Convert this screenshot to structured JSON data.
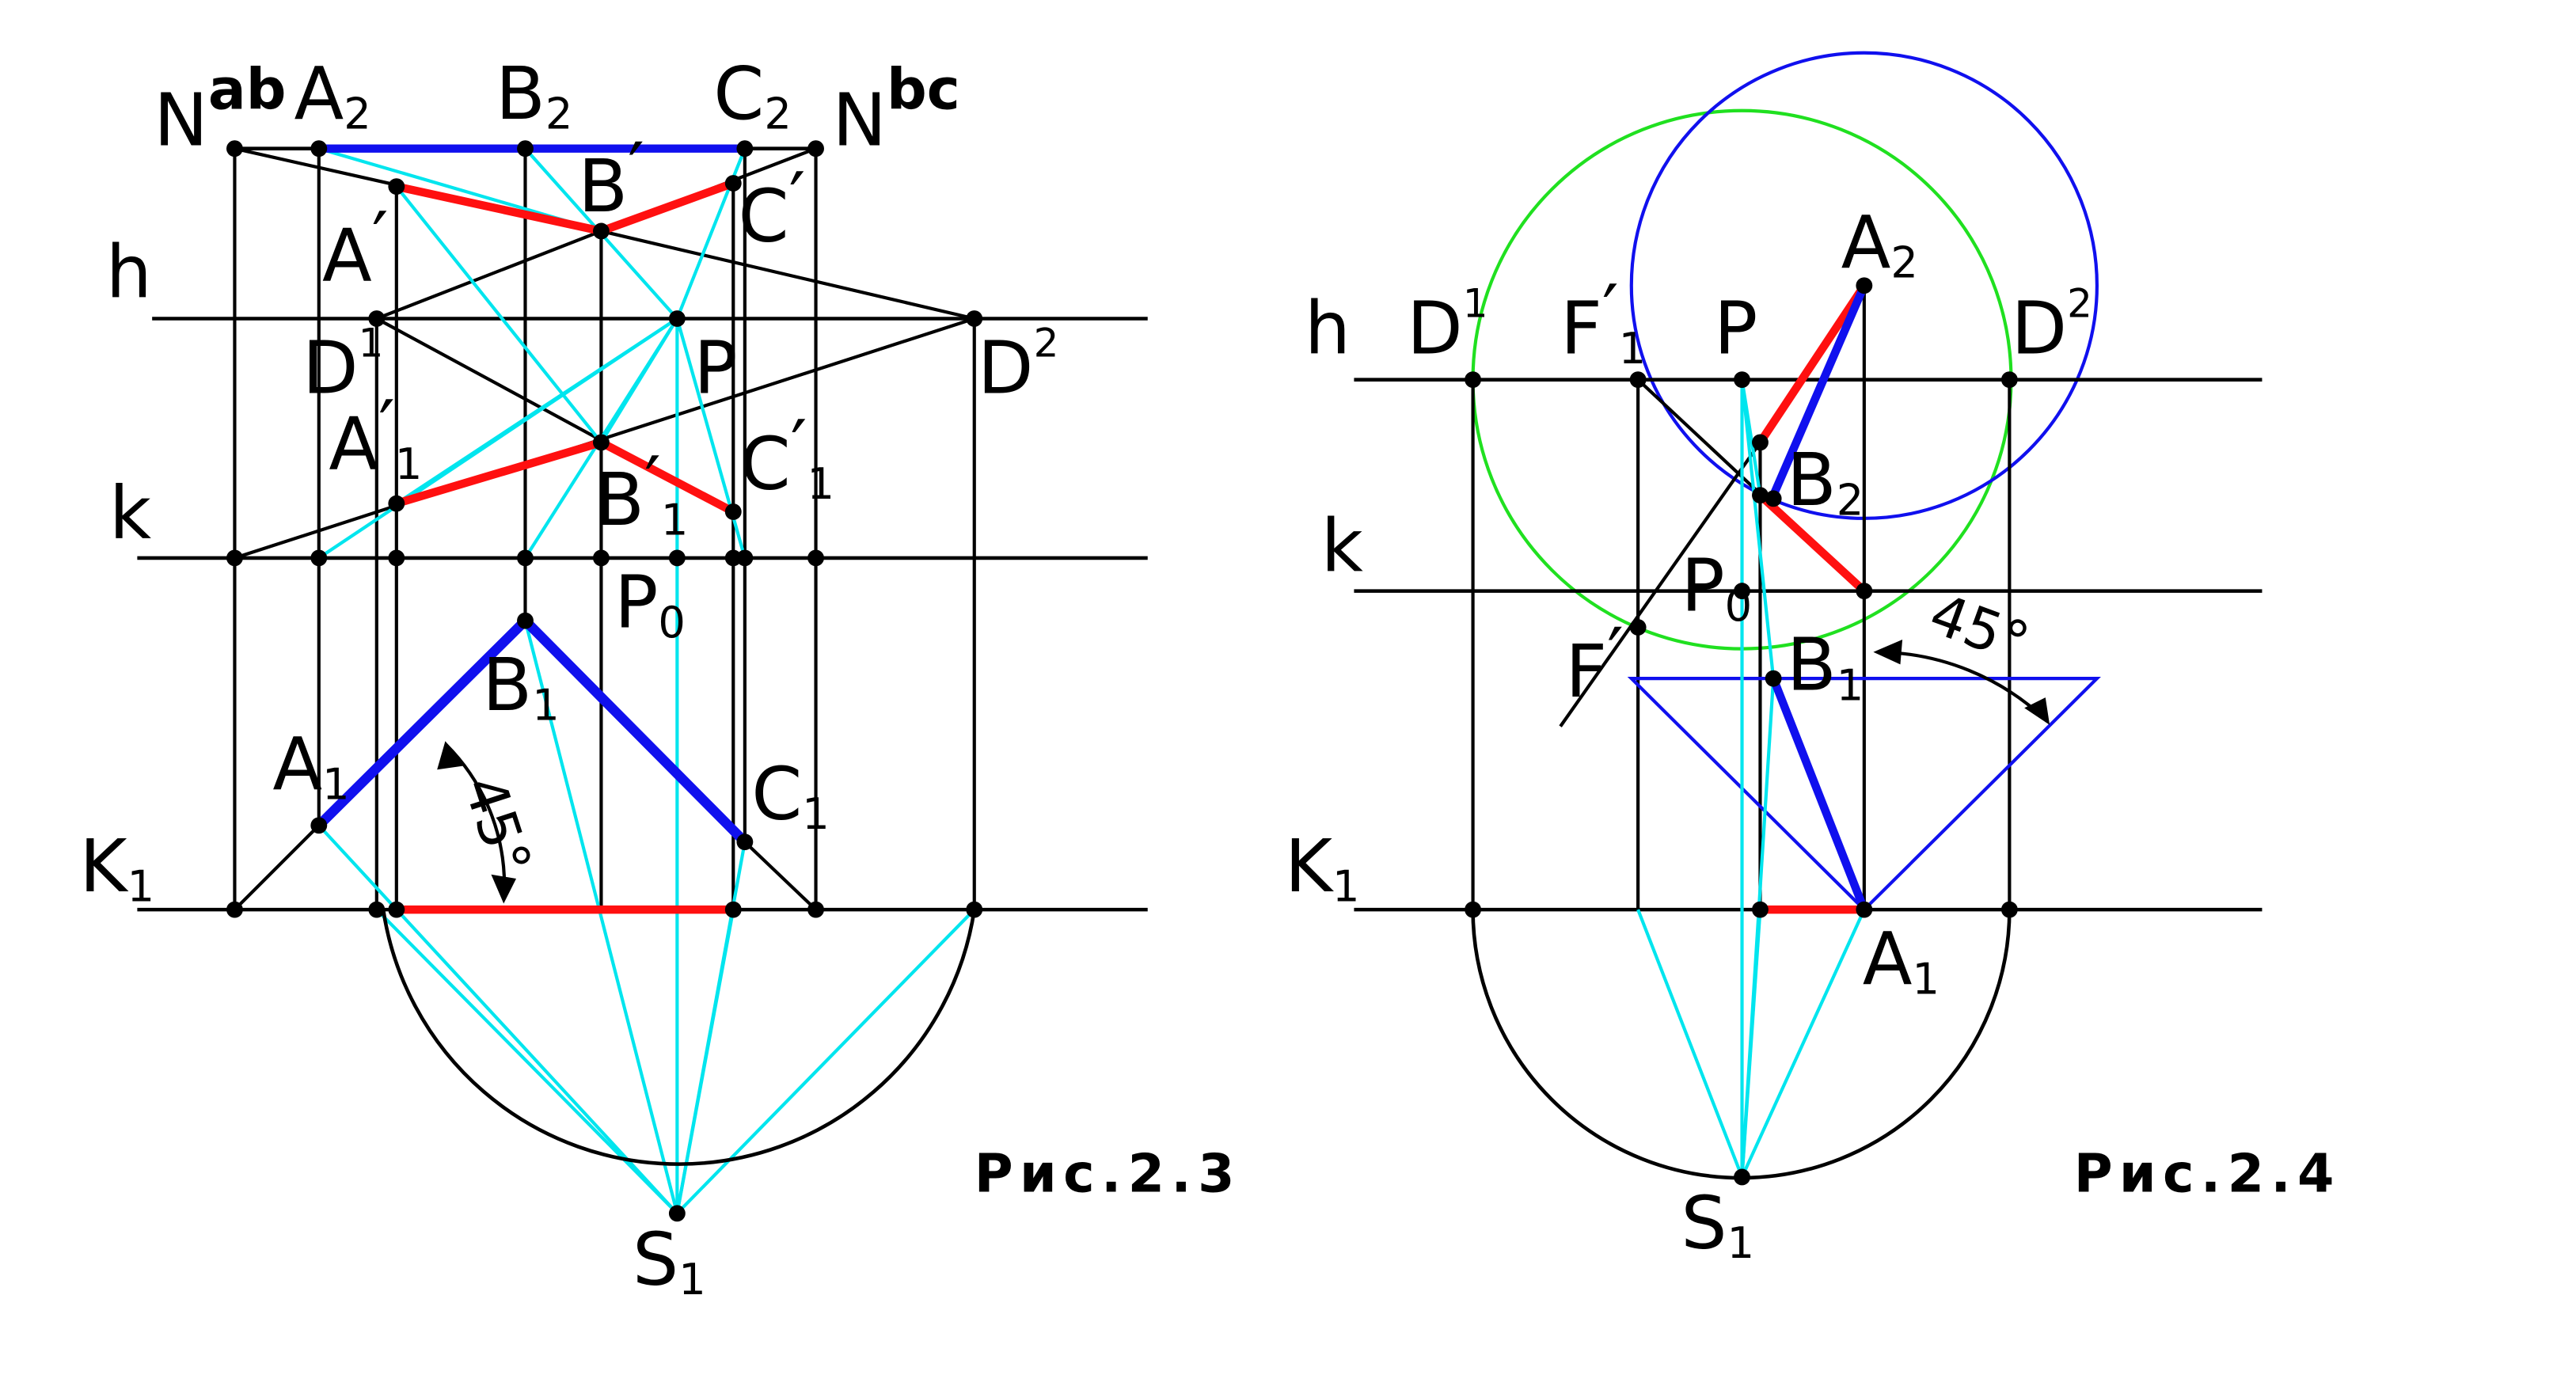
{
  "palette": {
    "construction": "#000000",
    "projection_rays": "#00e5ee",
    "original_segment": "#1010ee",
    "image_segment": "#ff1010",
    "circle_green": "#20e020",
    "circle_blue": "#1010ee"
  },
  "figure_23": {
    "caption": "Рис.2.3",
    "lines": {
      "h": "h",
      "k": "k",
      "K": "K",
      "K_sub": "1"
    },
    "points": {
      "N_ab": {
        "main": "N",
        "sup": "ab"
      },
      "A2": {
        "main": "A",
        "sub": "2"
      },
      "B2": {
        "main": "B",
        "sub": "2"
      },
      "C2": {
        "main": "C",
        "sub": "2"
      },
      "N_bc": {
        "main": "N",
        "sup": "bc"
      },
      "A_prime": {
        "main": "A",
        "prime": "′"
      },
      "B_prime": {
        "main": "B",
        "prime": "′"
      },
      "C_prime": {
        "main": "C",
        "prime": "′"
      },
      "D1": {
        "main": "D",
        "sup": "1"
      },
      "D2": {
        "main": "D",
        "sup": "2"
      },
      "P": {
        "main": "P"
      },
      "A1_prime": {
        "main": "A",
        "prime": "′",
        "sub": "1"
      },
      "B1_prime": {
        "main": "B",
        "prime": "′",
        "sub": "1"
      },
      "C1_prime": {
        "main": "C",
        "prime": "′",
        "sub": "1"
      },
      "P0": {
        "main": "P",
        "sub": "0"
      },
      "B1": {
        "main": "B",
        "sub": "1"
      },
      "A1": {
        "main": "A",
        "sub": "1"
      },
      "C1": {
        "main": "C",
        "sub": "1"
      },
      "S1": {
        "main": "S",
        "sub": "1"
      }
    },
    "angle": "45°"
  },
  "figure_24": {
    "caption": "Рис.2.4",
    "lines": {
      "h": "h",
      "k": "k",
      "K": "K",
      "K_sub": "1"
    },
    "points": {
      "A2": {
        "main": "A",
        "sub": "2"
      },
      "D1": {
        "main": "D",
        "sup": "1"
      },
      "F1_prime": {
        "main": "F",
        "prime": "′",
        "sub": "1"
      },
      "P": {
        "main": "P"
      },
      "D2": {
        "main": "D",
        "sup": "2"
      },
      "B2": {
        "main": "B",
        "sub": "2"
      },
      "P0": {
        "main": "P",
        "sub": "0"
      },
      "F_prime": {
        "main": "F",
        "prime": "′"
      },
      "B1": {
        "main": "B",
        "sub": "1"
      },
      "A1": {
        "main": "A",
        "sub": "1"
      },
      "S1": {
        "main": "S",
        "sub": "1"
      }
    },
    "angle": "45°"
  }
}
